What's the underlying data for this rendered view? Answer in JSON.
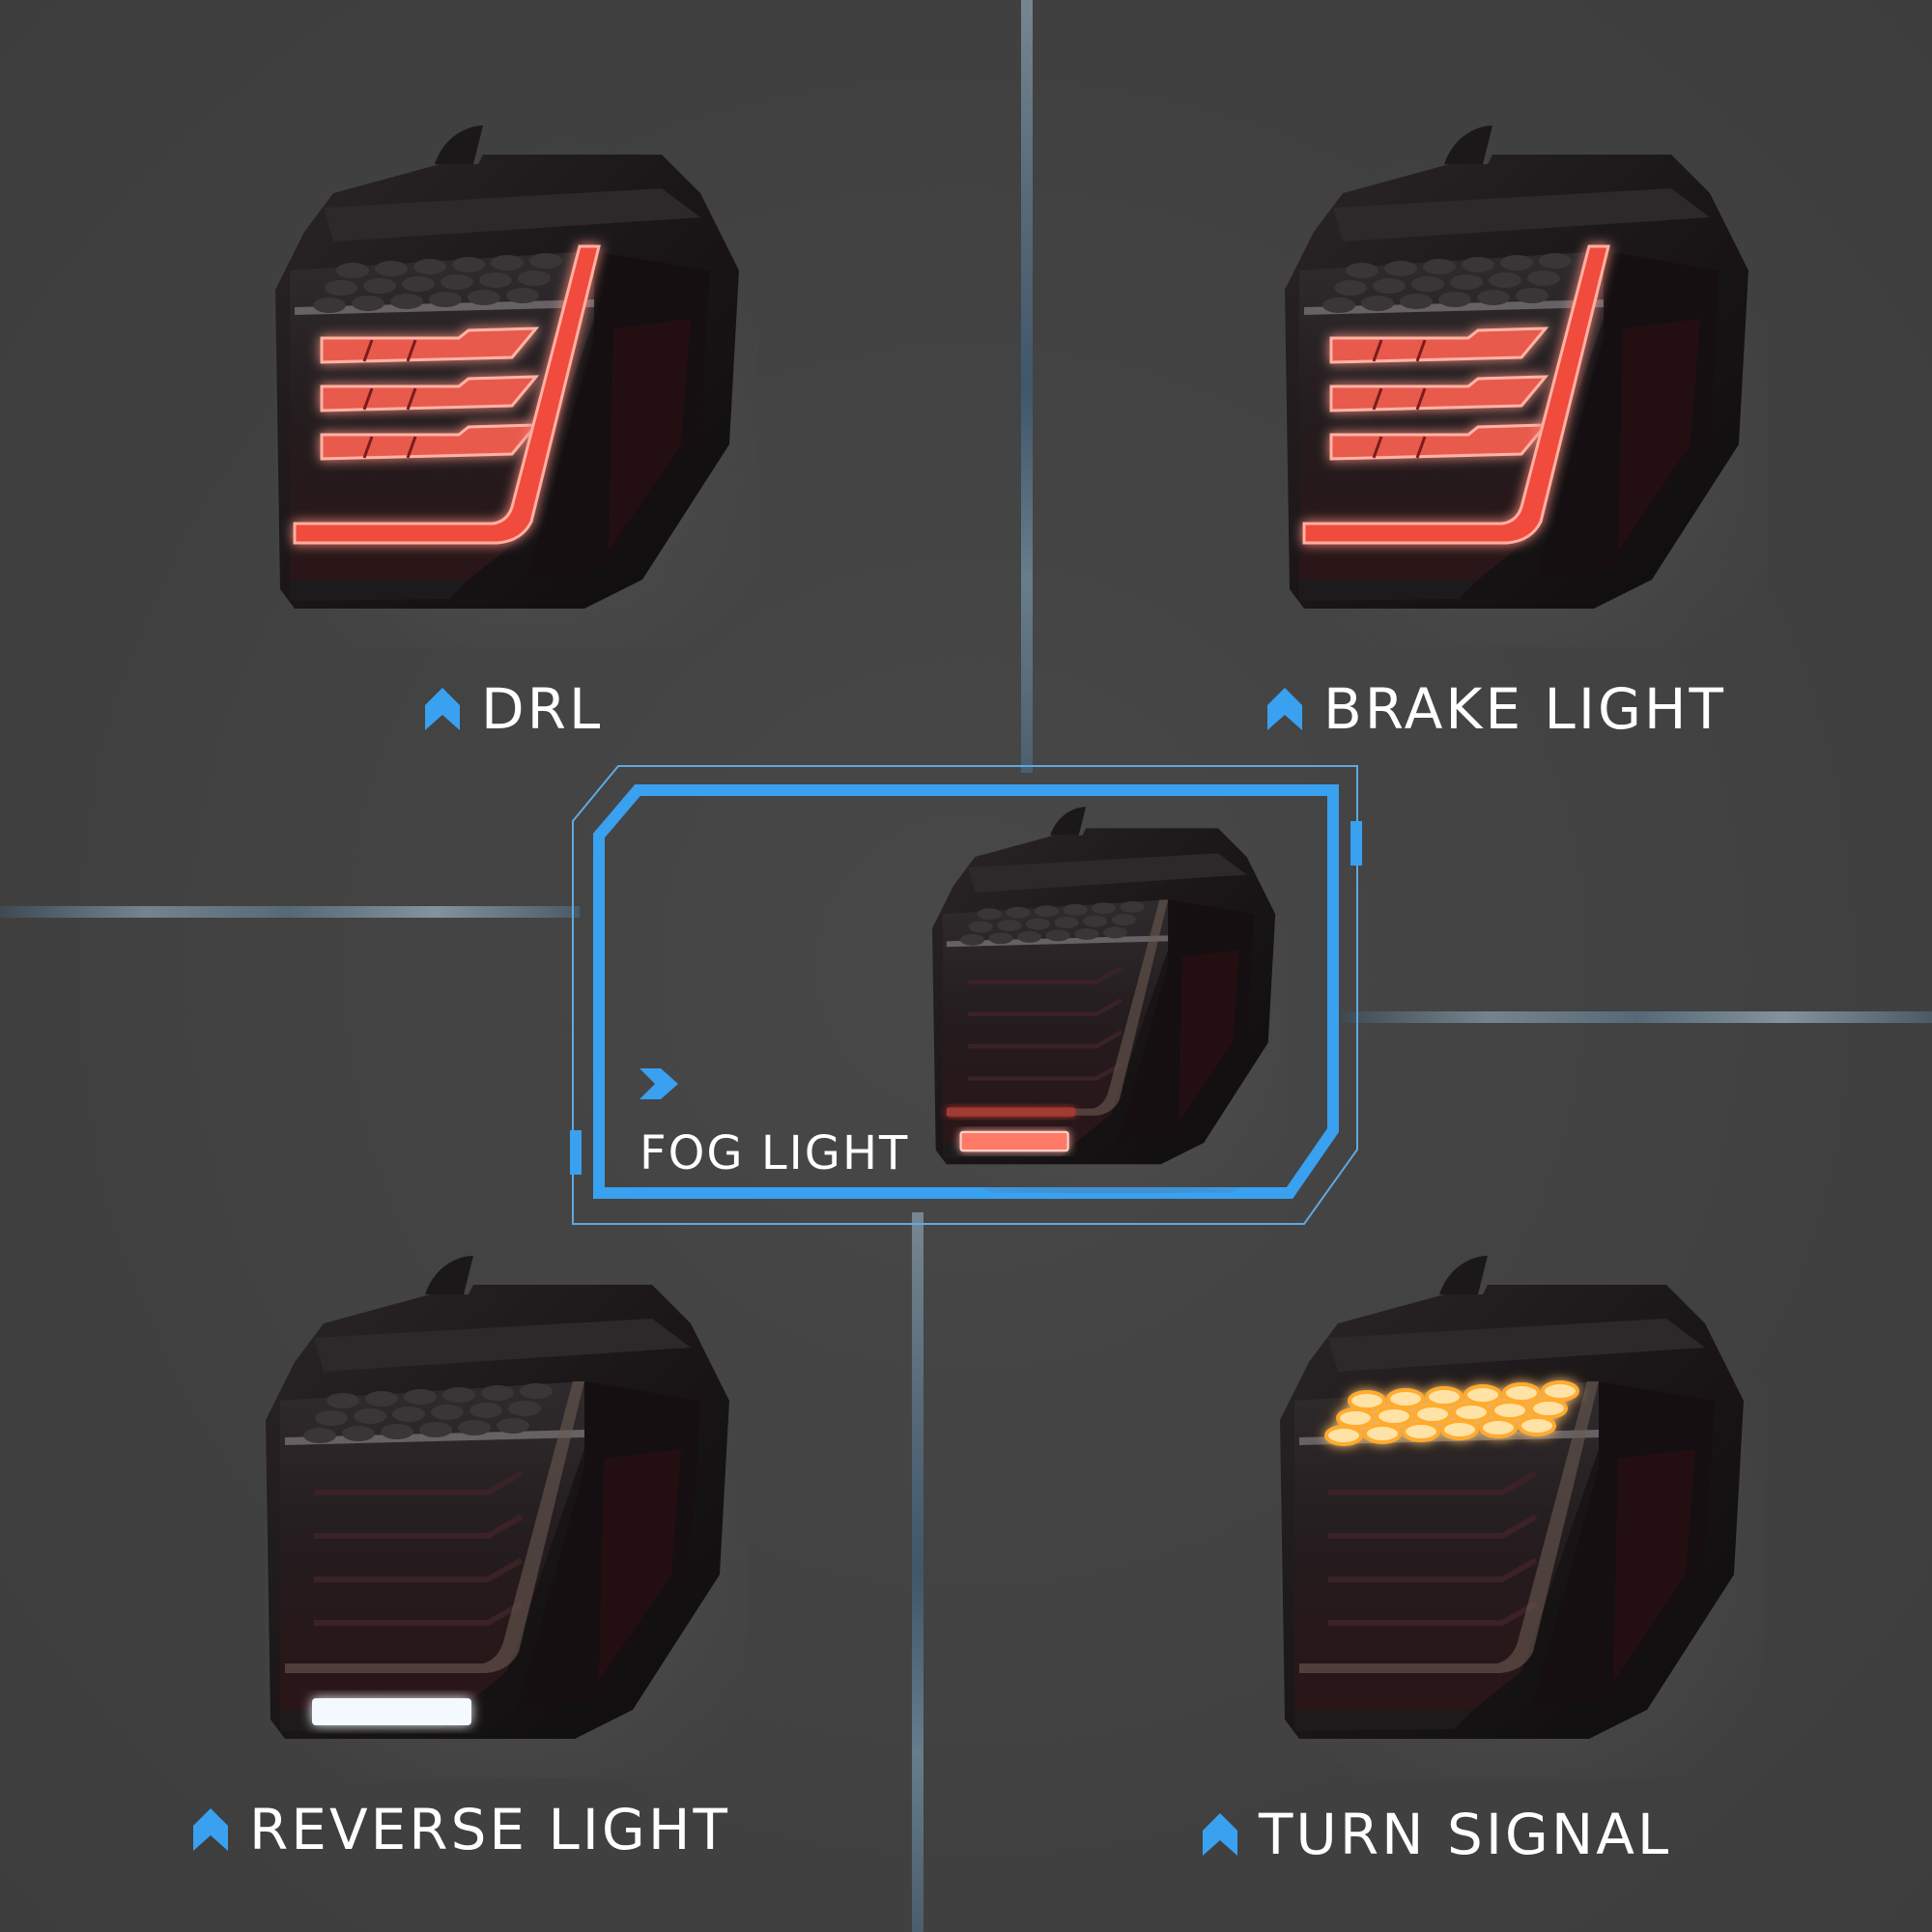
{
  "colors": {
    "background": "#424242",
    "accent_blue": "#3aa0f0",
    "frame_thin": "#5fa8e0",
    "label_text": "#ffffff",
    "drl_red": "#ff5a4a",
    "turn_amber": "#ffc46a",
    "reverse_white": "#f4f8ff",
    "fog_red": "#ff7a66"
  },
  "panels": [
    {
      "id": "drl",
      "label": "DRL",
      "icon": "chevron-up-icon",
      "active_light": "drl"
    },
    {
      "id": "brake",
      "label": "BRAKE LIGHT",
      "icon": "chevron-up-icon",
      "active_light": "brake"
    },
    {
      "id": "fog",
      "label": "FOG LIGHT",
      "icon": "chevron-right-icon",
      "active_light": "fog"
    },
    {
      "id": "reverse",
      "label": "REVERSE LIGHT",
      "icon": "chevron-up-icon",
      "active_light": "reverse"
    },
    {
      "id": "turn",
      "label": "TURN SIGNAL",
      "icon": "chevron-up-icon",
      "active_light": "turn"
    }
  ]
}
